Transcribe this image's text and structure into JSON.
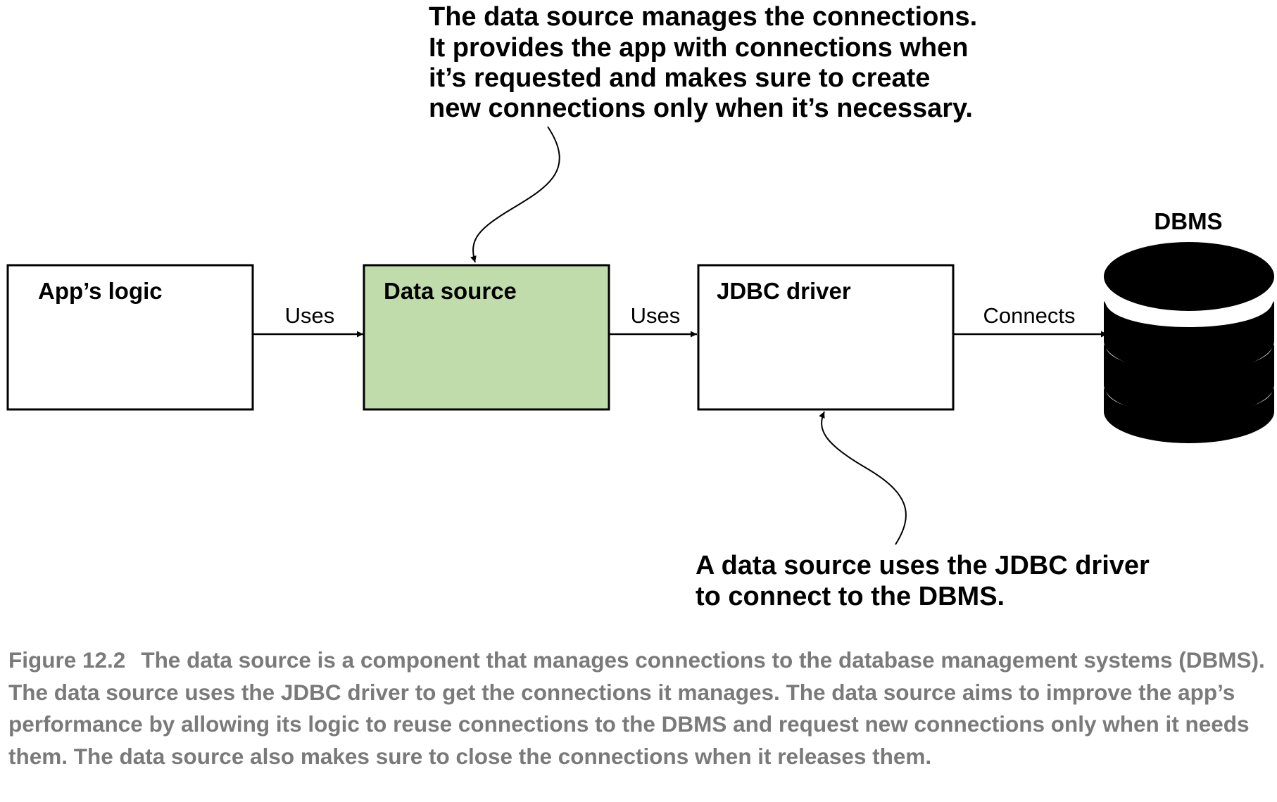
{
  "callouts": {
    "data_source_note": [
      "The data source manages the connections.",
      "It provides the app with connections when",
      "it’s requested and makes sure to create",
      "new connections only when it’s necessary."
    ],
    "jdbc_note": [
      "A data source uses the JDBC driver",
      "to connect to the DBMS."
    ]
  },
  "nodes": {
    "app_logic": "App’s logic",
    "data_source": "Data source",
    "jdbc_driver": "JDBC driver",
    "dbms": "DBMS"
  },
  "edges": {
    "app_to_ds": "Uses",
    "ds_to_jdbc": "Uses",
    "jdbc_to_dbms": "Connects"
  },
  "colors": {
    "data_source_fill": "#c1dcab",
    "caption_text": "#7a7a7a"
  },
  "caption": {
    "number": "Figure 12.2",
    "text": "The data source is a component that manages connections to the database management systems (DBMS). The data source uses the JDBC driver to get the connections it manages. The data source aims to improve the app’s performance by allowing its logic to reuse connections to the DBMS and request new connections only when it needs them. The data source also makes sure to close the connections when it releases them."
  }
}
